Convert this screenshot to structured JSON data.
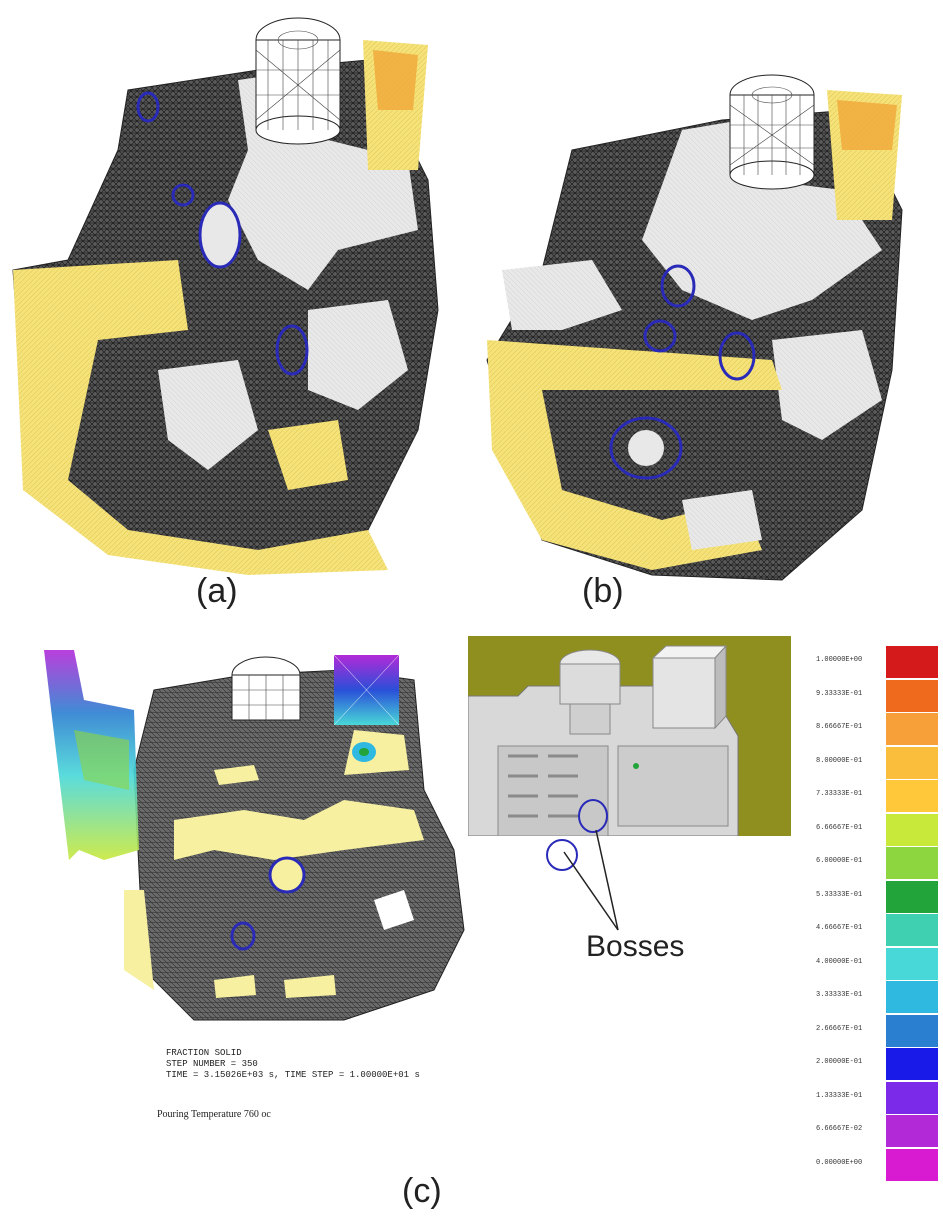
{
  "panels": {
    "a_label": "(a)",
    "b_label": "(b)",
    "c_label": "(c)"
  },
  "sim_info": {
    "line1": "FRACTION SOLID",
    "line2": "STEP NUMBER = 350",
    "line3": "TIME = 3.15026E+03 s, TIME STEP = 1.00000E+01 s",
    "pouring": "Pouring Temperature 760 oc"
  },
  "callout": {
    "label": "Bosses"
  },
  "legend": [
    {
      "label": "1.00000E+00",
      "color": "#d41a1a"
    },
    {
      "label": "9.33333E-01",
      "color": "#f06a1e"
    },
    {
      "label": "8.66667E-01",
      "color": "#f7a03a"
    },
    {
      "label": "8.00000E-01",
      "color": "#fbbd3c"
    },
    {
      "label": "7.33333E-01",
      "color": "#ffc83a"
    },
    {
      "label": "6.66667E-01",
      "color": "#c8e83a"
    },
    {
      "label": "6.00000E-01",
      "color": "#8ed640"
    },
    {
      "label": "5.33333E-01",
      "color": "#22a43a"
    },
    {
      "label": "4.66667E-01",
      "color": "#3ed0b0"
    },
    {
      "label": "4.00000E-01",
      "color": "#48d8d8"
    },
    {
      "label": "3.33333E-01",
      "color": "#2fb8e0"
    },
    {
      "label": "2.66667E-01",
      "color": "#2a7fd0"
    },
    {
      "label": "2.00000E-01",
      "color": "#1a1ae8"
    },
    {
      "label": "1.33333E-01",
      "color": "#7a2ae8"
    },
    {
      "label": "6.66667E-02",
      "color": "#b22ad8"
    },
    {
      "label": "0.00000E+00",
      "color": "#d81ad0"
    }
  ],
  "colors": {
    "mesh_dark": "#3a3a3a",
    "solid_light": "#e6e6e6",
    "liquid_yellow": "#f3e37a",
    "boss_ring": "#2a2ab8",
    "cad_background": "#8f8f1f"
  }
}
